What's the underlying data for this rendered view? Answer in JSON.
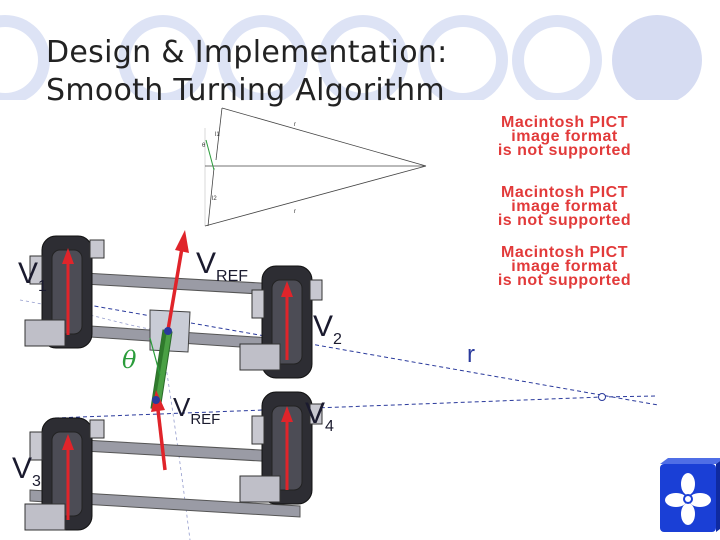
{
  "slide": {
    "title_line1": "Design & Implementation:",
    "title_line2": "Smooth Turning Algorithm"
  },
  "pict_placeholders": [
    {
      "line1": "Macintosh PICT",
      "line2": "image format",
      "line3": "is not supported"
    },
    {
      "line1": "Macintosh PICT",
      "line2": "image format",
      "line3": "is not supported"
    },
    {
      "line1": "Macintosh PICT",
      "line2": "image format",
      "line3": "is not supported"
    }
  ],
  "small_diagram": {
    "label_l1": "l1",
    "label_l2": "l2",
    "label_theta": "θ",
    "label_r_top": "r",
    "label_r_bottom": "r"
  },
  "main_diagram": {
    "v1": {
      "main": "V",
      "sub": "1"
    },
    "v2": {
      "main": "V",
      "sub": "2"
    },
    "v3": {
      "main": "V",
      "sub": "3"
    },
    "v4": {
      "main": "V",
      "sub": "4"
    },
    "vref_top": {
      "main": "V",
      "sub": "REF"
    },
    "vref_bottom": {
      "main": "V",
      "sub": "REF"
    },
    "theta": "θ",
    "radius": "r"
  },
  "colors": {
    "accent_circles": "#dde3f5",
    "arrow_red": "#e0242a",
    "line_blue": "#2a3a9c",
    "pict_red": "#e23a3a",
    "logo_blue": "#1a3fd6"
  },
  "icons": {
    "logo": "pinwheel-logo-icon"
  }
}
